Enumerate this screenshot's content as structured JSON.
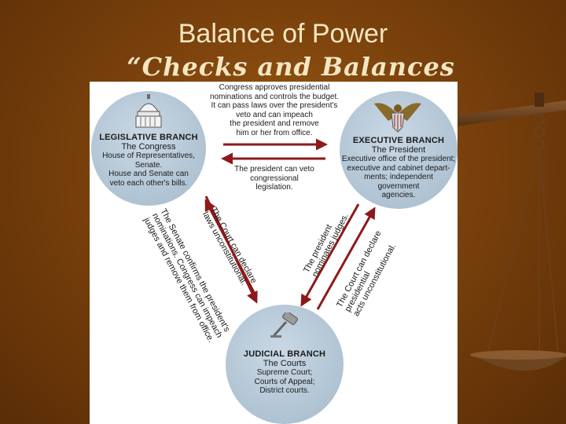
{
  "slide": {
    "title": "Balance of Power",
    "subtitle": "“Checks and Balances"
  },
  "branches": {
    "legislative": {
      "name": "LEGISLATIVE BRANCH",
      "subtitle": "The Congress",
      "lines": [
        "House of Representatives,",
        "Senate.",
        "House and Senate can",
        "veto each other's bills."
      ]
    },
    "executive": {
      "name": "EXECUTIVE BRANCH",
      "subtitle": "The President",
      "lines": [
        "Executive office of the president;",
        "executive and cabinet depart-",
        "ments; independent",
        "government",
        "agencies."
      ]
    },
    "judicial": {
      "name": "JUDICIAL BRANCH",
      "subtitle": "The Courts",
      "lines": [
        "Supreme Court;",
        "Courts of Appeal;",
        "District courts."
      ]
    }
  },
  "checks": {
    "congress_to_president": [
      "Congress approves presidential",
      "nominations and controls the budget.",
      "It can pass laws over the president's",
      "veto and can impeach",
      "the president and remove",
      "him or her from office."
    ],
    "president_to_congress": [
      "The president can veto",
      "congressional",
      "legislation."
    ],
    "court_to_congress": [
      "The Court can declare",
      "laws unconstitutional."
    ],
    "congress_to_court": [
      "The Senate confirms the president's",
      "nominations. Congress can impeach",
      "judges and remove them from office."
    ],
    "president_to_court": [
      "The president",
      "nominates judges."
    ],
    "court_to_president": [
      "The Court can declare",
      "presidential",
      "acts unconstitutional."
    ]
  },
  "colors": {
    "arrow": "#8c1a1a",
    "circle": "#b4c6d5",
    "background": "#7a410c",
    "title": "#f3e6c2"
  }
}
